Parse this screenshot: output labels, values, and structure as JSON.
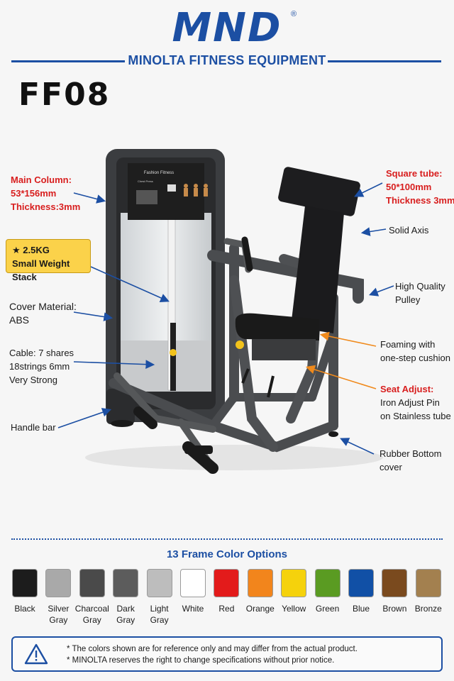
{
  "brand": {
    "logo": "MND",
    "registered": "®",
    "tagline": "MINOLTA FITNESS EQUIPMENT"
  },
  "model": "FF08",
  "machine": {
    "panel_brand": "Fashion Fitness",
    "panel_title": "Chest Press"
  },
  "annotations": {
    "main_column": [
      "Main Column:",
      "53*156mm",
      "Thickness:3mm"
    ],
    "weight_stack": [
      "★ 2.5KG",
      "Small Weight Stack"
    ],
    "cover_material": [
      "Cover Material:",
      "ABS"
    ],
    "cable": [
      "Cable: 7 shares",
      "18strings 6mm",
      "Very Strong"
    ],
    "handle_bar": [
      "Handle bar"
    ],
    "square_tube": [
      "Square tube:",
      "50*100mm",
      "Thickness 3mm"
    ],
    "solid_axis": [
      "Solid Axis"
    ],
    "pulley": [
      "High Quality",
      "Pulley"
    ],
    "foaming": [
      "Foaming with",
      "one-step cushion"
    ],
    "seat_adjust": [
      "Seat Adjust:",
      "Iron Adjust Pin",
      "on Stainless tube"
    ],
    "rubber_bottom": [
      "Rubber Bottom",
      "cover"
    ]
  },
  "color_options": {
    "title": "13 Frame Color Options",
    "items": [
      {
        "name": [
          "Black"
        ],
        "hex": "#1c1c1c"
      },
      {
        "name": [
          "Silver",
          "Gray"
        ],
        "hex": "#a9a9a9"
      },
      {
        "name": [
          "Charcoal",
          "Gray"
        ],
        "hex": "#4a4a4a"
      },
      {
        "name": [
          "Dark",
          "Gray"
        ],
        "hex": "#5c5c5c"
      },
      {
        "name": [
          "Light",
          "Gray"
        ],
        "hex": "#bdbdbd"
      },
      {
        "name": [
          "White"
        ],
        "hex": "#ffffff"
      },
      {
        "name": [
          "Red"
        ],
        "hex": "#e31b1b"
      },
      {
        "name": [
          "Orange"
        ],
        "hex": "#f2851c"
      },
      {
        "name": [
          "Yellow"
        ],
        "hex": "#f5d20c"
      },
      {
        "name": [
          "Green"
        ],
        "hex": "#5a9b22"
      },
      {
        "name": [
          "Blue"
        ],
        "hex": "#1150a6"
      },
      {
        "name": [
          "Brown"
        ],
        "hex": "#7a4a1e"
      },
      {
        "name": [
          "Bronze"
        ],
        "hex": "#a3804f"
      }
    ]
  },
  "notice": [
    "* The colors shown are for reference only and may differ from the actual product.",
    "* MINOLTA reserves the right to change specifications without prior notice."
  ],
  "colors": {
    "brand_blue": "#1c4fa3",
    "spec_red": "#d81e1e",
    "badge_yellow": "#fbd24a",
    "arrow_orange": "#f08a1c"
  }
}
